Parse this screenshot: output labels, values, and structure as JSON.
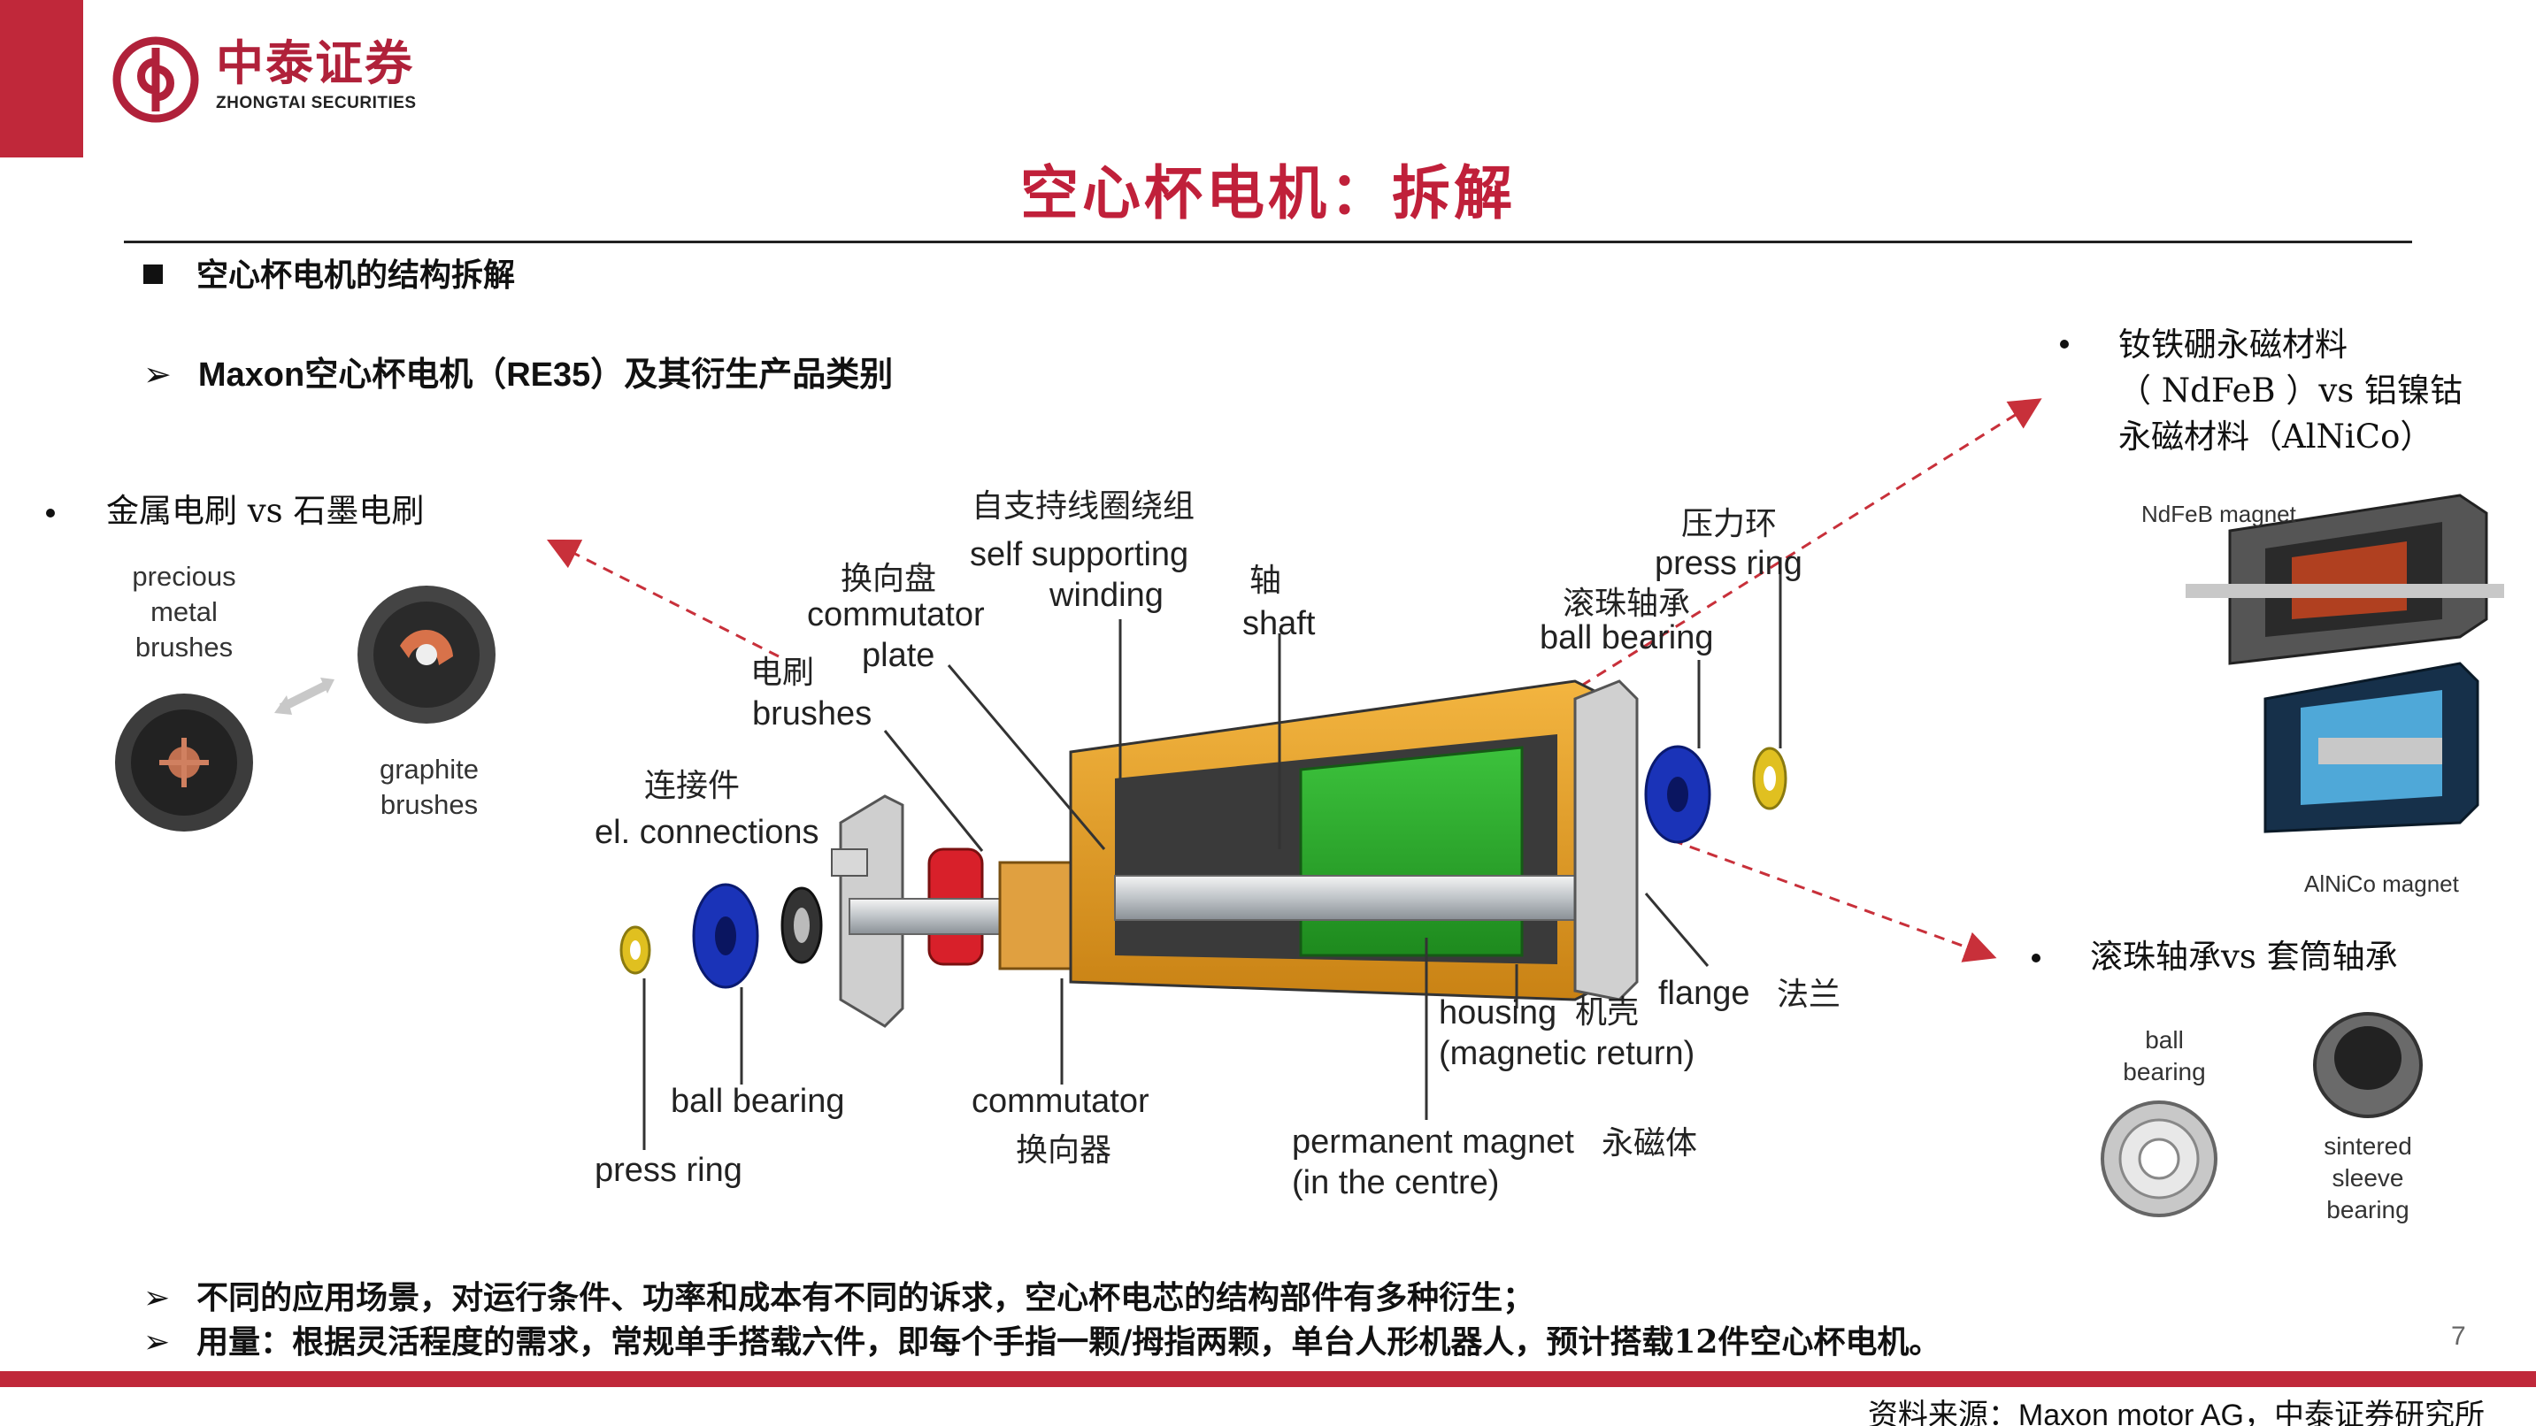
{
  "header": {
    "brand_cn": "中泰证券",
    "brand_en": "ZHONGTAI SECURITIES",
    "title": "空心杯电机：拆解"
  },
  "section": {
    "heading": "空心杯电机的结构拆解",
    "sub_en": "Maxon",
    "sub_cn1": "空心杯电机（",
    "sub_en2": "RE35",
    "sub_cn2": "）及其衍生产品类别"
  },
  "left_panel": {
    "bullet": "金属电刷 vs 石墨电刷",
    "precious": [
      "precious",
      "metal",
      "brushes"
    ],
    "graphite": [
      "graphite",
      "brushes"
    ]
  },
  "right_top": {
    "lines": [
      "钕铁硼永磁材料",
      "（ NdFeB ）vs 铝镍钴",
      "永磁材料（AlNiCo）"
    ],
    "ndfeb_label": "NdFeB magnet",
    "alnico_label": "AlNiCo magnet"
  },
  "right_bottom": {
    "bullet": "滚珠轴承vs 套筒轴承",
    "ball": [
      "ball",
      "bearing"
    ],
    "sleeve": [
      "sintered",
      "sleeve",
      "bearing"
    ]
  },
  "labels": {
    "self_cn": "自支持线圈绕组",
    "self_en1": "self supporting",
    "self_en2": "winding",
    "comm_plate_cn": "换向盘",
    "comm_plate_en1": "commutator",
    "comm_plate_en2": "plate",
    "shaft_cn": "轴",
    "shaft_en": "shaft",
    "press_cn": "压力环",
    "press_en": "press ring",
    "ballb_cn": "滚珠轴承",
    "ballb_en": "ball bearing",
    "brush_cn": "电刷",
    "brush_en": "brushes",
    "conn_cn": "连接件",
    "conn_en": "el. connections",
    "ball_bottom": "ball bearing",
    "press_bottom": "press ring",
    "commutator_en": "commutator",
    "commutator_cn": "换向器",
    "housing_en": "housing",
    "housing_cn": "机壳",
    "housing_en2": "(magnetic return)",
    "flange_en": "flange",
    "flange_cn": "法兰",
    "pm_en": "permanent magnet",
    "pm_cn": "永磁体",
    "pm_en2": "(in the centre)"
  },
  "bottom": {
    "line1": "不同的应用场景，对运行条件、功率和成本有不同的诉求，空心杯电芯的结构部件有多种衍生；",
    "line2": "用量：根据灵活程度的需求，常规单手搭载六件，即每个手指一颗/拇指两颗，单台人形机器人，预计搭载12件空心杯电机。",
    "page": "7",
    "source_cn": "资料来源：",
    "source_en": "Maxon motor AG",
    "source_cn2": "，中泰证券研究所"
  },
  "colors": {
    "brand_red": "#c0283a",
    "housing_orange": "#e8a020",
    "magnet_green": "#2ca02c",
    "bearing_blue": "#1a33b8",
    "ring_yellow": "#e0c020",
    "commutator_red": "#d8202a"
  }
}
